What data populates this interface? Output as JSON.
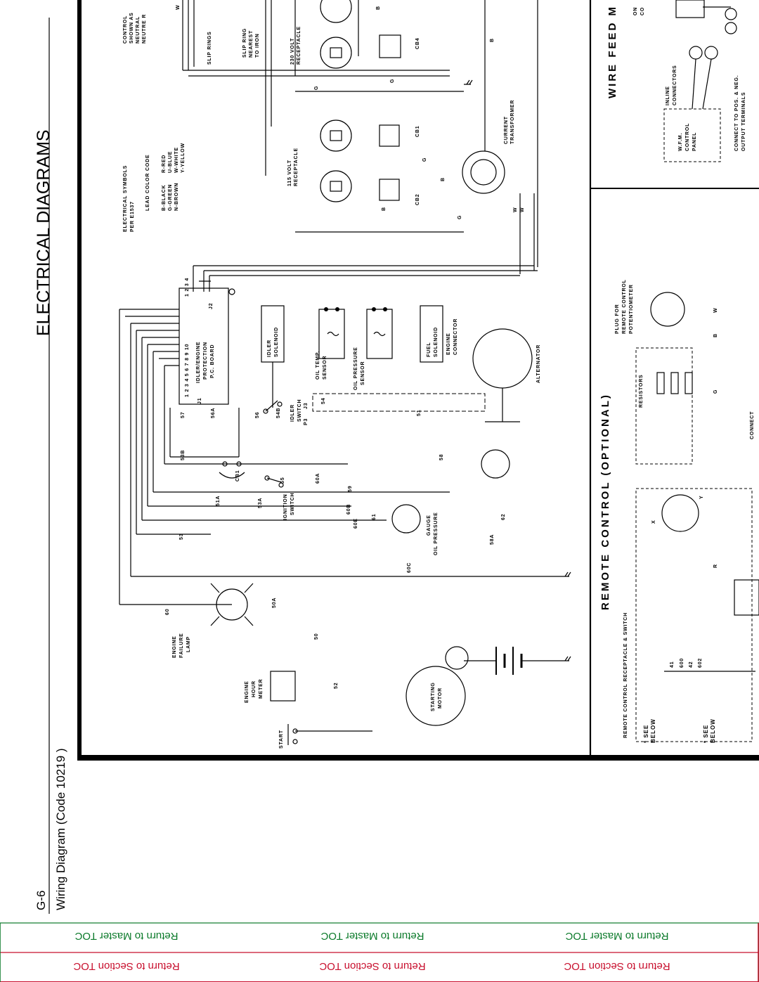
{
  "page": {
    "page_number": "G-6",
    "heading": "ELECTRICAL DIAGRAMS",
    "subheading": "Wiring Diagram (Code 10219 )"
  },
  "toc": {
    "master_label": "Return to Master TOC",
    "section_label": "Return to Section TOC",
    "master_color": "#0b7a2a",
    "section_color": "#c8102e"
  },
  "diagram": {
    "section_titles": {
      "remote_control": "REMOTE CONTROL (OPTIONAL)",
      "wire_feed": "WIRE FEED M"
    },
    "legend": {
      "title": "ELECTRICAL SYMBOLS",
      "per": "PER E1537",
      "code_title": "LEAD COLOR CODE",
      "codes_left": [
        "B-BLACK",
        "G-GREEN",
        "N-BROWN"
      ],
      "codes_right": [
        "R-RED",
        "U-BLUE",
        "W-WHITE",
        "Y-YELLOW"
      ]
    },
    "control_note": [
      "CONTROL",
      "SHOWN AS",
      "NEUTRAL",
      "NEUTRE R"
    ],
    "slip_rings": [
      "SLIP RINGS"
    ],
    "slip_ring_note": [
      "SLIP RING",
      "NEAREST",
      "TO IRON"
    ],
    "recept_230": [
      "230 VOLT",
      "RECEPTACLE"
    ],
    "recept_115": [
      "115 VOLT",
      "RECEPTACLE"
    ],
    "current_transformer": [
      "CURRENT",
      "TRANSFORMER"
    ],
    "breakers": [
      "CB4",
      "CB1",
      "CB2"
    ],
    "pcb": {
      "pins": "1  2  3  4  5  6  7  8  9  10",
      "title": [
        "IDLER/ENGINE",
        "PROTECTION",
        "P.C. BOARD"
      ],
      "j1": "J1",
      "j2": "J2",
      "j2_pins": "1  2  3  4"
    },
    "idler_solenoid": [
      "IDLER",
      "SOLENOID"
    ],
    "fuel_solenoid": [
      "FUEL",
      "SOLENOID"
    ],
    "oil_temp": [
      "OIL TEMP.",
      "SENSOR"
    ],
    "oil_pressure": [
      "OIL PRESSURE",
      "SENSOR"
    ],
    "engine_connector": [
      "ENGINE",
      "CONNECTOR"
    ],
    "alternator": "ALTERNATOR",
    "idler_switch": [
      "IDLER",
      "SWITCH"
    ],
    "ignition_switch": [
      "IGNITION",
      "SWITCH"
    ],
    "gauge": [
      "GAUGE",
      "OIL PRESSURE"
    ],
    "engine_failure_lamp": [
      "ENGINE",
      "FAILURE",
      "LAMP"
    ],
    "engine_hour_meter": [
      "ENGINE",
      "HOUR",
      "METER"
    ],
    "start": "START",
    "starting_motor": [
      "STARTING",
      "MOTOR"
    ],
    "connector_pins": [
      "J3",
      "P3"
    ],
    "lead_numbers": [
      "53B",
      "57",
      "56A",
      "56",
      "54B",
      "54",
      "59",
      "60B",
      "51",
      "58",
      "62",
      "53",
      "51A",
      "53A",
      "55",
      "60A",
      "60E",
      "61",
      "60C",
      "58A",
      "60",
      "50A",
      "50",
      "52"
    ],
    "remote_receptacle": "REMOTE CONTROL RECEPTACLE & SWITCH",
    "see_below": [
      "* SEE",
      "BELOW"
    ],
    "remote_pins": [
      "41",
      "600",
      "42",
      "602"
    ],
    "plug_for_remote": [
      "PLUG FOR",
      "REMOTE CONTROL",
      "POTENTIOMETER"
    ],
    "resistors": "RESISTORS",
    "connect": "CONNECT",
    "inline_connectors": [
      "INLINE",
      "CONNECTORS"
    ],
    "wfm_panel": [
      "W.F.M.",
      "CONTROL",
      "PANEL"
    ],
    "connect_output": [
      "CONNECT TO POS. & NEG.",
      "OUTPUT TERMINALS"
    ],
    "wfm_partial": [
      "ON",
      "CO"
    ],
    "wire_labels": [
      "W",
      "B",
      "G",
      "R",
      "Y",
      "X"
    ]
  }
}
